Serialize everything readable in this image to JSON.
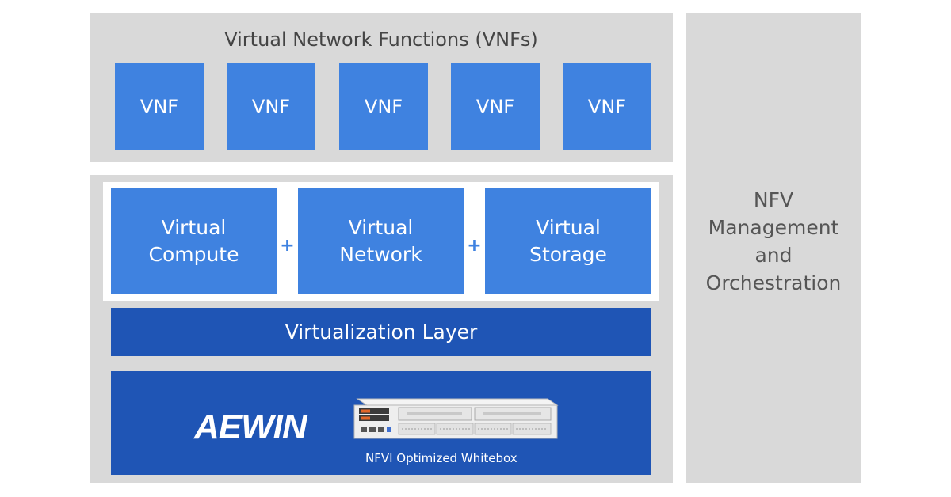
{
  "vnf_section": {
    "title": "Virtual Network Functions (VNFs)",
    "boxes": [
      "VNF",
      "VNF",
      "VNF",
      "VNF",
      "VNF"
    ]
  },
  "nfvi_section": {
    "virtual_resources": [
      {
        "line1": "Virtual",
        "line2": "Compute"
      },
      {
        "line1": "Virtual",
        "line2": "Network"
      },
      {
        "line1": "Virtual",
        "line2": "Storage"
      }
    ],
    "plus_symbol": "+",
    "virtualization_layer": "Virtualization Layer",
    "hardware": {
      "logo": "AEWIN",
      "caption": "NFVI Optimized Whitebox"
    }
  },
  "mano": {
    "lines": [
      "NFV",
      "Management",
      "and",
      "Orchestration"
    ]
  },
  "colors": {
    "panel_gray": "#d9d9d9",
    "box_blue": "#3f82e0",
    "dark_blue": "#1f55b5"
  }
}
